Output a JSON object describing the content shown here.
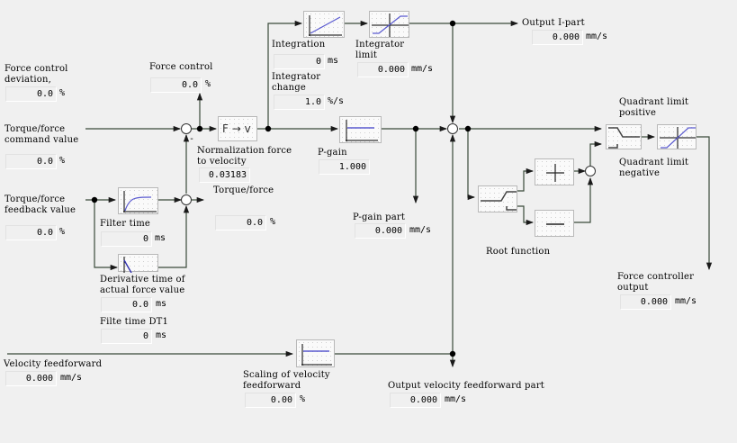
{
  "signals": {
    "force_deviation": {
      "label_line1": "Force control",
      "label_line2": "deviation,",
      "value": "0.0",
      "unit": "%"
    },
    "force_control": {
      "label": "Force control",
      "value": "0.0",
      "unit": "%"
    },
    "torque_cmd": {
      "label_line1": "Torque/force",
      "label_line2": "command value",
      "value": "0.0",
      "unit": "%"
    },
    "torque_fb": {
      "label_line1": "Torque/force",
      "label_line2": "feedback value",
      "value": "0.0",
      "unit": "%"
    },
    "filter_time": {
      "label": "Filter time",
      "value": "0",
      "unit": "ms"
    },
    "derivative_time": {
      "label_line1": "Derivative time of",
      "label_line2": "actual force value",
      "value": "0.0",
      "unit": "ms"
    },
    "filter_dt1": {
      "label": "Filte time DT1",
      "value": "0",
      "unit": "ms"
    },
    "normalization": {
      "label_line1": "Normalization force",
      "label_line2": "to velocity",
      "value": "0.03183",
      "block_text": "F → v"
    },
    "torque_force": {
      "label": "Torque/force",
      "value": "0.0",
      "unit": "%"
    },
    "integration": {
      "label": "Integration",
      "value": "0",
      "unit": "ms"
    },
    "integrator_change": {
      "label_line1": "Integrator",
      "label_line2": "change",
      "value": "1.0",
      "unit": "%/s"
    },
    "integrator_limit": {
      "label_line1": "Integrator",
      "label_line2": "limit",
      "value": "0.000",
      "unit": "mm/s"
    },
    "output_i_part": {
      "label": "Output I-part",
      "value": "0.000",
      "unit": "mm/s"
    },
    "p_gain": {
      "label": "P-gain",
      "value": "1.000"
    },
    "p_gain_part": {
      "label": "P-gain part",
      "value": "0.000",
      "unit": "mm/s"
    },
    "quadrant_pos": {
      "label_line1": "Quadrant limit",
      "label_line2": "positive"
    },
    "quadrant_neg": {
      "label_line1": "Quadrant limit",
      "label_line2": "negative"
    },
    "root_function": {
      "label": "Root function"
    },
    "force_ctrl_output": {
      "label_line1": "Force controller",
      "label_line2": "output",
      "value": "0.000",
      "unit": "mm/s"
    },
    "velocity_ff": {
      "label": "Velocity feedforward",
      "value": "0.000",
      "unit": "mm/s"
    },
    "scaling_vff": {
      "label_line1": "Scaling of velocity",
      "label_line2": "feedforward",
      "value": "0.00",
      "unit": "%"
    },
    "output_vff_part": {
      "label": "Output velocity feedforward part",
      "value": "0.000",
      "unit": "mm/s"
    }
  },
  "colors": {
    "wire": "#2f3a2f",
    "curve": "#5a5ad0",
    "axis": "#000000"
  }
}
